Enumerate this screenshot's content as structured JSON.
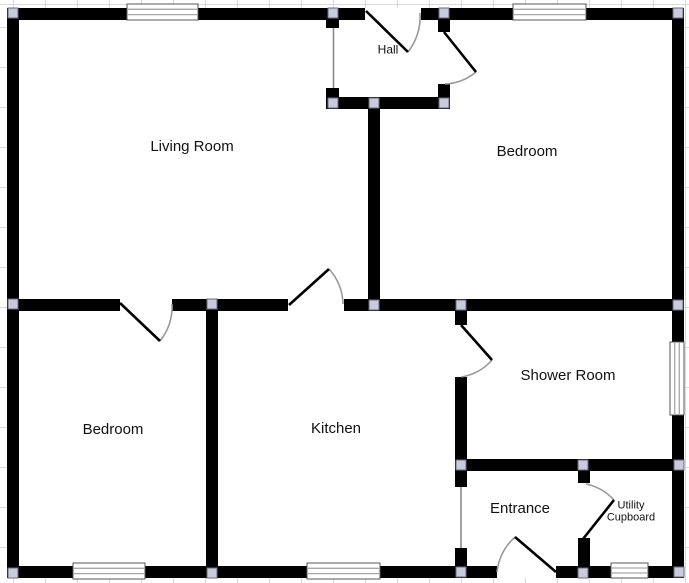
{
  "app": {
    "view": "floor-plan-editor-canvas"
  },
  "colors": {
    "background": "#ffffff",
    "grid": "#d9d9d9",
    "wall": "#000000",
    "arc": "#999999",
    "opening": "#8a8a8a",
    "handle_fill": "#c9cade",
    "handle_border": "#6b6b7b"
  },
  "labels": {
    "living_room": "Living Room",
    "hall": "Hall",
    "bedroom_top": "Bedroom",
    "bedroom_bottom": "Bedroom",
    "kitchen": "Kitchen",
    "shower_room": "Shower Room",
    "entrance": "Entrance",
    "utility_line1": "Utility",
    "utility_line2": "Cupboard"
  },
  "plan": {
    "rooms": [
      "Living Room",
      "Hall",
      "Bedroom",
      "Bedroom",
      "Kitchen",
      "Shower Room",
      "Entrance",
      "Utility Cupboard"
    ],
    "doors": [
      {
        "from": "outside",
        "to": "Hall",
        "wall": "top"
      },
      {
        "from": "Hall",
        "to": "Bedroom"
      },
      {
        "from": "Living Room",
        "to": "Bedroom"
      },
      {
        "from": "Living Room",
        "to": "Kitchen"
      },
      {
        "from": "Kitchen",
        "to": "Shower Room"
      },
      {
        "from": "outside",
        "to": "Entrance",
        "wall": "bottom"
      },
      {
        "from": "Entrance",
        "to": "Utility Cupboard"
      }
    ],
    "openings": [
      {
        "from": "Living Room",
        "to": "Hall"
      },
      {
        "from": "Kitchen",
        "to": "Entrance"
      }
    ],
    "windows": [
      {
        "wall": "top",
        "room": "Living Room"
      },
      {
        "wall": "top",
        "room": "Bedroom"
      },
      {
        "wall": "right",
        "room": "Shower Room"
      },
      {
        "wall": "bottom",
        "room": "Bedroom"
      },
      {
        "wall": "bottom",
        "room": "Kitchen"
      },
      {
        "wall": "bottom",
        "room": "Utility Cupboard"
      }
    ],
    "selection_handles": 20
  }
}
